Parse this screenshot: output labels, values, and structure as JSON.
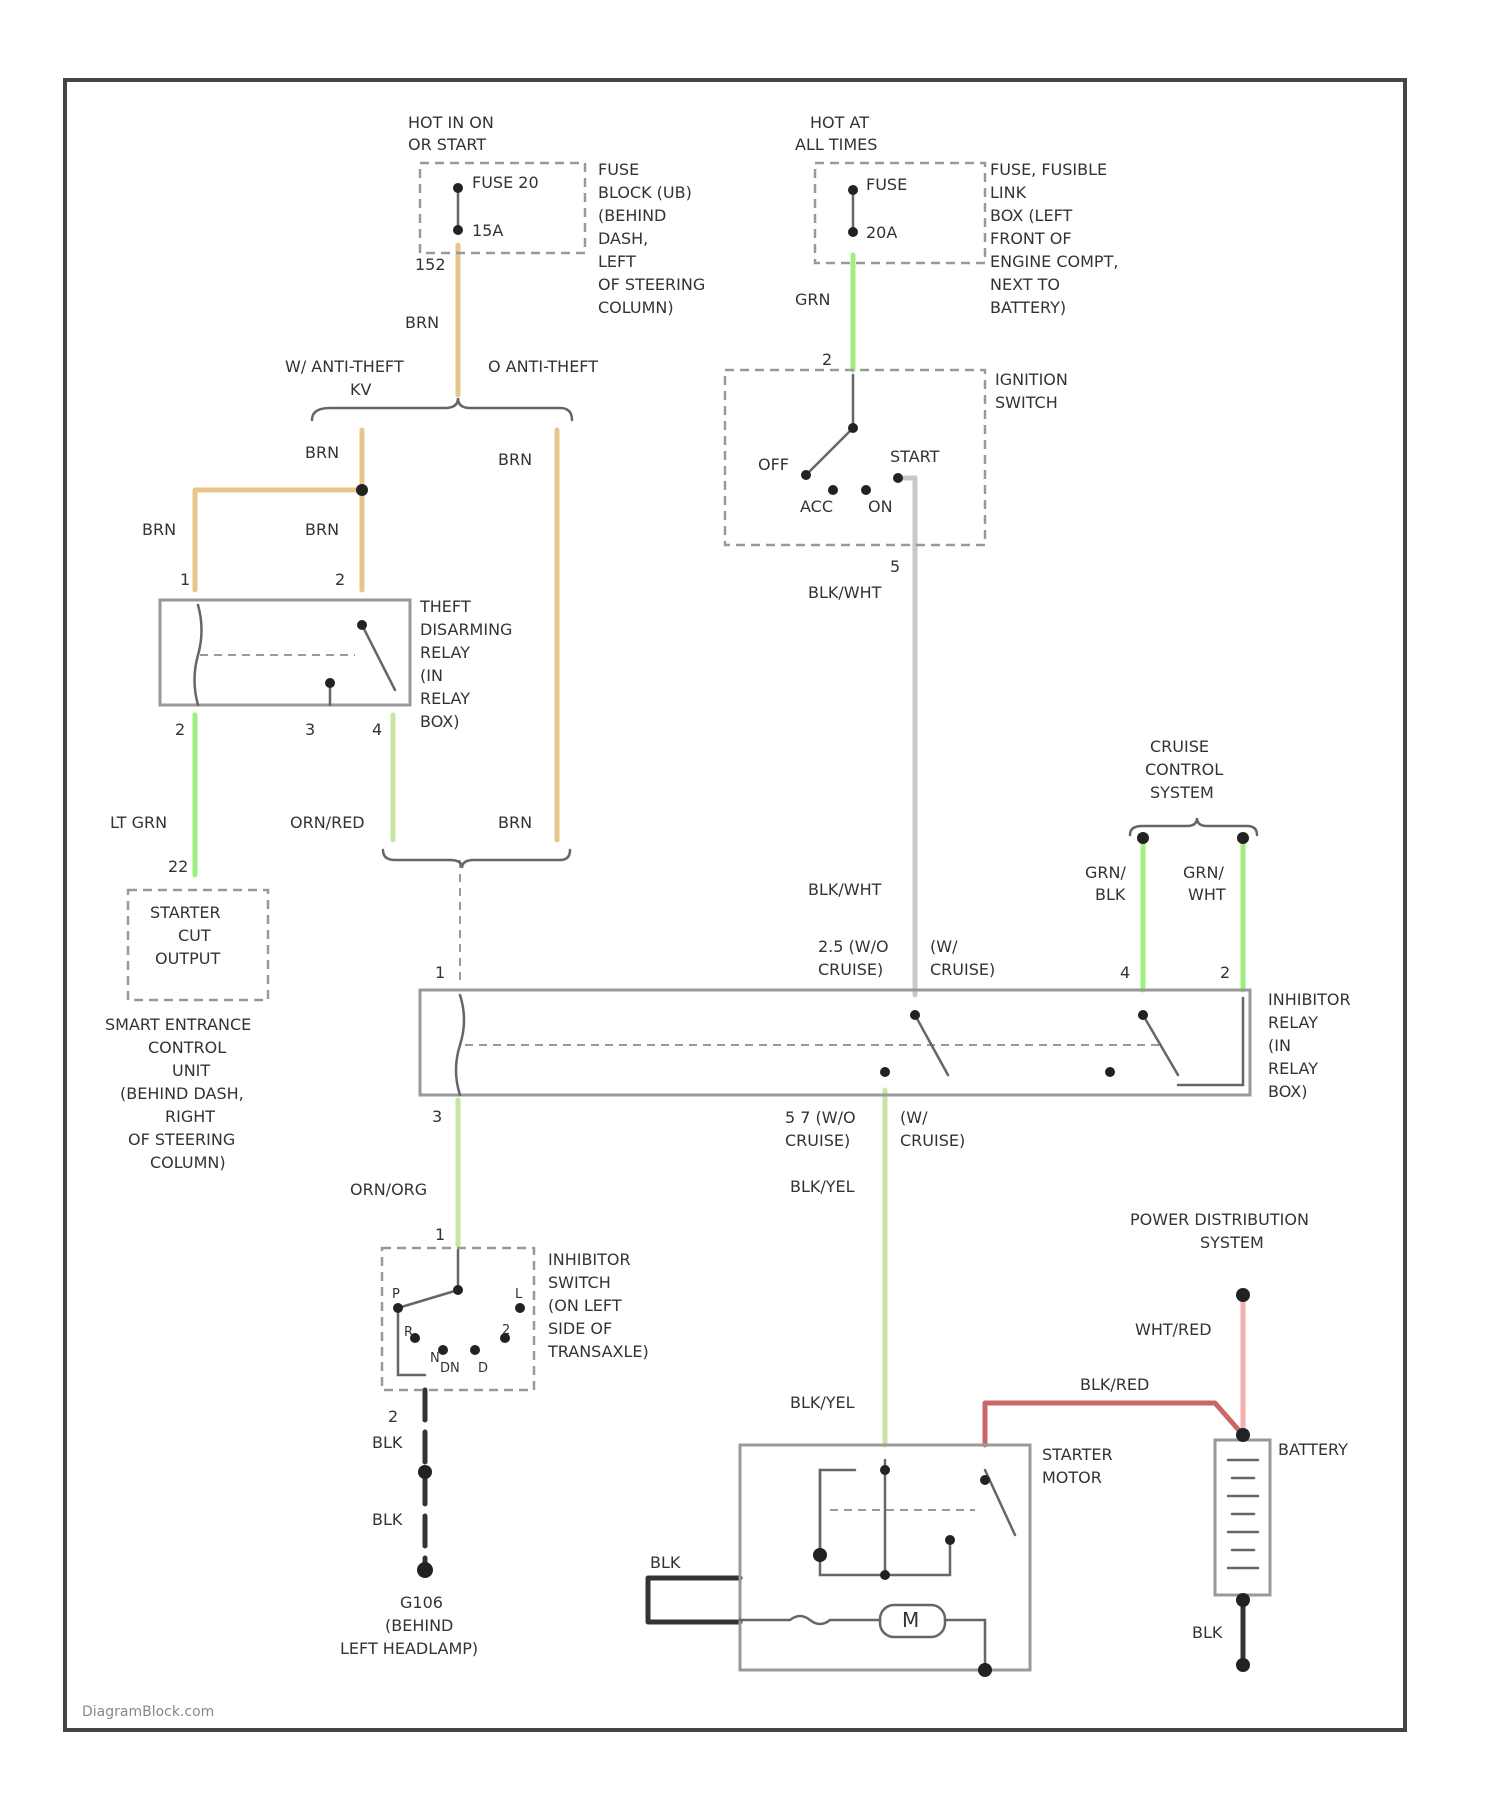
{
  "colors": {
    "brown": "#e8c58a",
    "green": "#9ef07f",
    "lightgreen": "#c7e6a2",
    "grey": "#c8c8c8",
    "pink": "#f2b0b0",
    "red": "#cc6666",
    "black": "#333333"
  },
  "labels": {
    "hot_on": "HOT IN ON",
    "or_start": "OR START",
    "fuse20": "FUSE 20",
    "amp15": "15A",
    "fuse_block_1": "FUSE",
    "fuse_block_2": "BLOCK (UB)",
    "fuse_block_3": "(BEHIND",
    "fuse_block_4": "DASH,",
    "fuse_block_5": "LEFT",
    "fuse_block_6": "OF STEERING",
    "fuse_block_7": "COLUMN)",
    "circuit_152": "152",
    "brn_main": "BRN",
    "with_anti_theft_1": "W/ ANTI-THEFT",
    "with_anti_theft_2": "KV",
    "without_anti_theft": "O ANTI-THEFT",
    "brn_a": "BRN",
    "brn_b": "BRN",
    "brn_c": "BRN",
    "brn_d": "BRN",
    "relay_t_1": "THEFT",
    "relay_t_2": "DISARMING",
    "relay_t_3": "RELAY",
    "relay_t_4": "(IN",
    "relay_t_5": "RELAY",
    "relay_t_6": "BOX)",
    "pin1": "1",
    "pin2": "2",
    "pin3": "3",
    "pin4": "4",
    "lt_grn": "LT GRN",
    "pin22": "22",
    "starter_cut_1": "STARTER",
    "starter_cut_2": "CUT",
    "starter_cut_3": "OUTPUT",
    "sec_1": "SMART ENTRANCE",
    "sec_2": "CONTROL",
    "sec_3": "UNIT",
    "sec_4": "(BEHIND DASH,",
    "sec_5": "RIGHT",
    "sec_6": "OF STEERING",
    "sec_7": "COLUMN)",
    "org_red": "ORN/RED",
    "brn_e": "BRN",
    "hot_at": "HOT AT",
    "all_times": "ALL TIMES",
    "fuse_s": "FUSE",
    "amp20": "20A",
    "fusible_1": "FUSE, FUSIBLE",
    "fusible_2": "LINK",
    "fusible_3": "BOX (LEFT",
    "fusible_4": "FRONT OF",
    "fusible_5": "ENGINE COMPT,",
    "fusible_6": "NEXT TO",
    "fusible_7": "BATTERY)",
    "grn": "GRN",
    "ign_pin": "2",
    "ign_1": "IGNITION",
    "ign_2": "SWITCH",
    "off": "OFF",
    "start": "START",
    "acc": "ACC",
    "on": "ON",
    "ign_out_pin": "5",
    "blk_wht_1": "BLK/WHT",
    "blk_wht_2": "BLK/WHT",
    "cruise_1": "CRUISE",
    "cruise_2": "CONTROL",
    "cruise_3": "SYSTEM",
    "grn_blk_1": "GRN/",
    "grn_blk_2": "BLK",
    "grn_wht_1": "GRN/",
    "grn_wht_2": "WHT",
    "pin4b": "4",
    "pin2b": "2",
    "pin1b": "1",
    "wo_cruise_1": "2.5 (W/O",
    "wo_cruise_2": "CRUISE)",
    "w_cruise_1": "(W/",
    "w_cruise_2": "CRUISE)",
    "inh_1": "INHIBITOR",
    "inh_2": "RELAY",
    "inh_3": "(IN",
    "inh_4": "RELAY",
    "inh_5": "BOX)",
    "pin3b": "3",
    "wo_cruise_3": "5 7 (W/O",
    "wo_cruise_4": "CRUISE)",
    "w_cruise_3": "(W/",
    "w_cruise_4": "CRUISE)",
    "org_org": "ORN/ORG",
    "blk_yel_1": "BLK/YEL",
    "blk_yel_2": "BLK/YEL",
    "pin1c": "1",
    "inhsw_1": "INHIBITOR",
    "inhsw_2": "SWITCH",
    "inhsw_3": "(ON LEFT",
    "inhsw_4": "SIDE OF",
    "inhsw_5": "TRANSAXLE)",
    "gear_p": "P",
    "gear_n": "N",
    "gear_r": "R",
    "gear_dn": "DN",
    "gear_d": "D",
    "gear_2": "2",
    "gear_l": "L",
    "pin2c": "2",
    "blk_1": "BLK",
    "blk_2": "BLK",
    "g106_1": "G106",
    "g106_2": "(BEHIND",
    "g106_3": "LEFT HEADLAMP)",
    "pds_1": "POWER DISTRIBUTION",
    "pds_2": "SYSTEM",
    "wht_red": "WHT/RED",
    "blk_red": "BLK/RED",
    "blk_motor": "BLK",
    "starter_m_1": "STARTER",
    "starter_m_2": "MOTOR",
    "motor_m": "M",
    "battery": "BATTERY",
    "blk_batt": "BLK",
    "watermark": "DiagramBlock.com"
  }
}
